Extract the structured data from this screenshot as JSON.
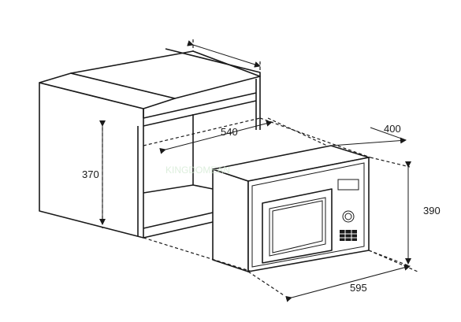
{
  "dimensions": {
    "top_depth": "540",
    "right_depth": "400",
    "height_cabinet": "370",
    "height_appliance": "390",
    "width_appliance": "595"
  },
  "watermark": "KINGDOMEAN",
  "colors": {
    "line": "#1a1a1a",
    "background": "#ffffff"
  }
}
